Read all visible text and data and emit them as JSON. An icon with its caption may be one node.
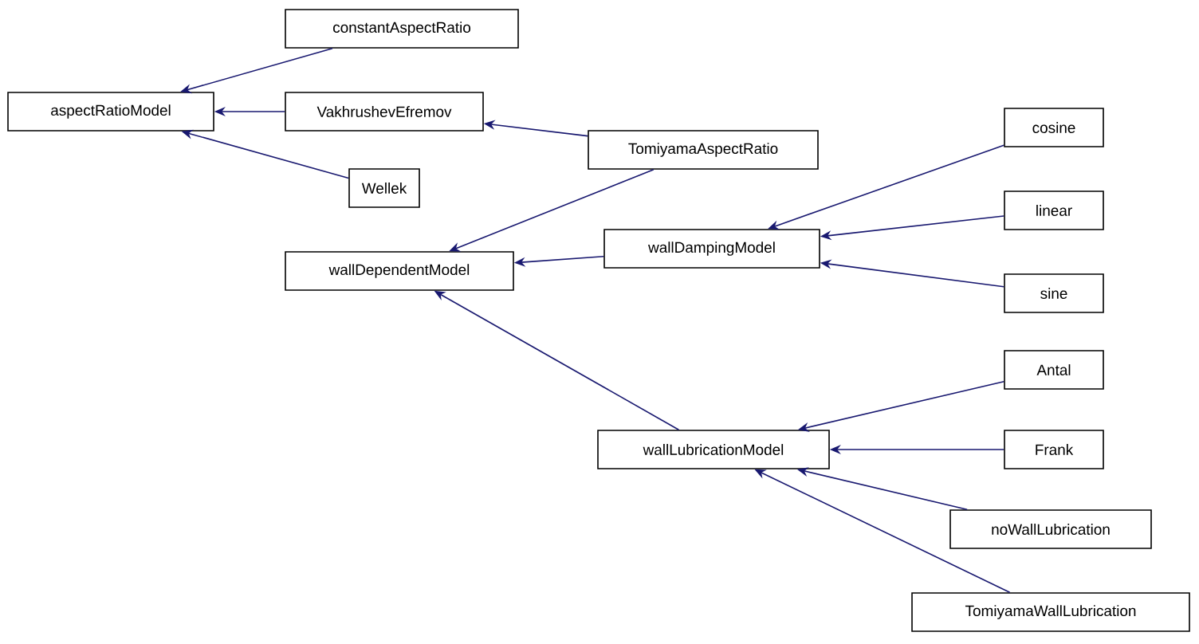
{
  "diagram": {
    "nodes": [
      {
        "text": [
          "aspectRatioModel"
        ]
      },
      {
        "text": [
          "constantAspectRatio"
        ]
      },
      {
        "text": [
          "VakhrushevEfremov"
        ]
      },
      {
        "text": [
          "Wellek"
        ]
      },
      {
        "text": [
          "TomiyamaAspectRatio"
        ]
      },
      {
        "text": [
          "wallDependentModel"
        ]
      },
      {
        "text": [
          "wallDampingModel"
        ]
      },
      {
        "text": [
          "cosine"
        ]
      },
      {
        "text": [
          "linear"
        ]
      },
      {
        "text": [
          "sine"
        ]
      },
      {
        "text": [
          "wallLubricationModel"
        ]
      },
      {
        "text": [
          "Antal"
        ]
      },
      {
        "text": [
          "Frank"
        ]
      },
      {
        "text": [
          "noWallLubrication"
        ]
      },
      {
        "text": [
          "TomiyamaWallLubrication"
        ]
      }
    ],
    "edges": [
      {
        "from": 1,
        "to": 0,
        "arrow": "to"
      },
      {
        "from": 2,
        "to": 0,
        "arrow": "to"
      },
      {
        "from": 3,
        "to": 0,
        "arrow": "to"
      },
      {
        "from": 4,
        "to": 2,
        "arrow": "to"
      },
      {
        "from": 4,
        "to": 5,
        "arrow": "to"
      },
      {
        "from": 6,
        "to": 5,
        "arrow": "to"
      },
      {
        "from": 10,
        "to": 5,
        "arrow": "to"
      },
      {
        "from": 7,
        "to": 6,
        "arrow": "to"
      },
      {
        "from": 8,
        "to": 6,
        "arrow": "to"
      },
      {
        "from": 9,
        "to": 6,
        "arrow": "to"
      },
      {
        "from": 11,
        "to": 10,
        "arrow": "to"
      },
      {
        "from": 12,
        "to": 10,
        "arrow": "to"
      },
      {
        "from": 13,
        "to": 10,
        "arrow": "to"
      },
      {
        "from": 14,
        "to": 10,
        "arrow": "to"
      }
    ]
  }
}
